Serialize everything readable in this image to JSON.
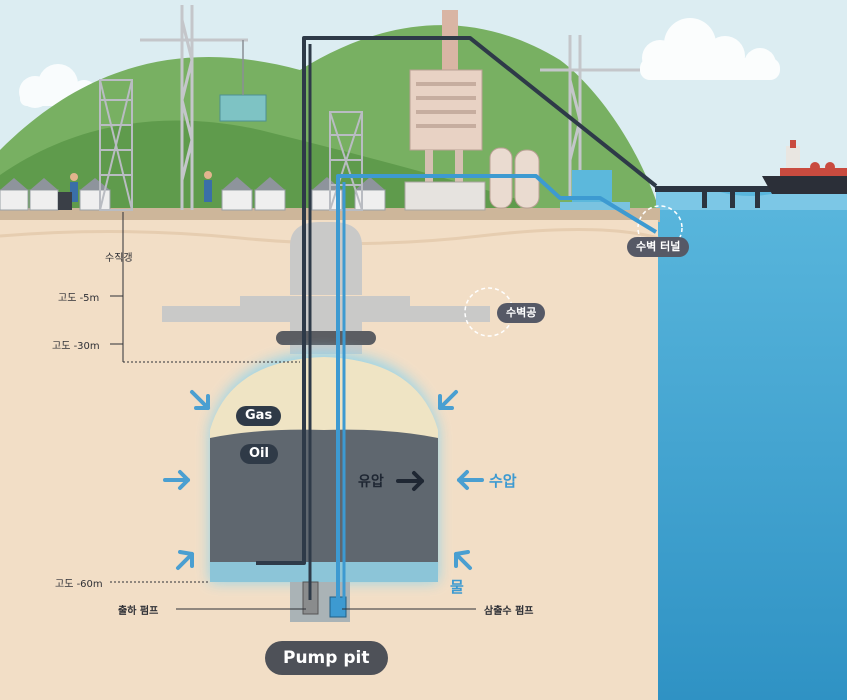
{
  "labels": {
    "shaft": "수직갱",
    "level_5m": "고도 -5m",
    "level_30m": "고도 -30m",
    "level_60m": "고도 -60m",
    "water_curtain_tunnel": "수벽 터널",
    "water_curtain_hole": "수벽공",
    "gas": "Gas",
    "oil": "Oil",
    "oil_pressure": "유압",
    "water_pressure": "수압",
    "water": "물",
    "shipping_pump": "출하 펌프",
    "seepage_pump": "삼출수 펌프",
    "pump_pit": "Pump pit"
  },
  "icons": {
    "pressure_arrow": "arrow-right-icon",
    "oil_pressure_arrow": "arrow-right-bold-icon"
  },
  "colors": {
    "sky": "#d8ecf3",
    "hill": "#6fa85a",
    "ground": "#f1ddc5",
    "sea": "#4aa9d4",
    "gas": "#efe4c4",
    "oil": "#5f676f",
    "water_pipe": "#3d9ad1",
    "oil_pipe": "#2e3a48",
    "glow": "#8fd4ec"
  }
}
